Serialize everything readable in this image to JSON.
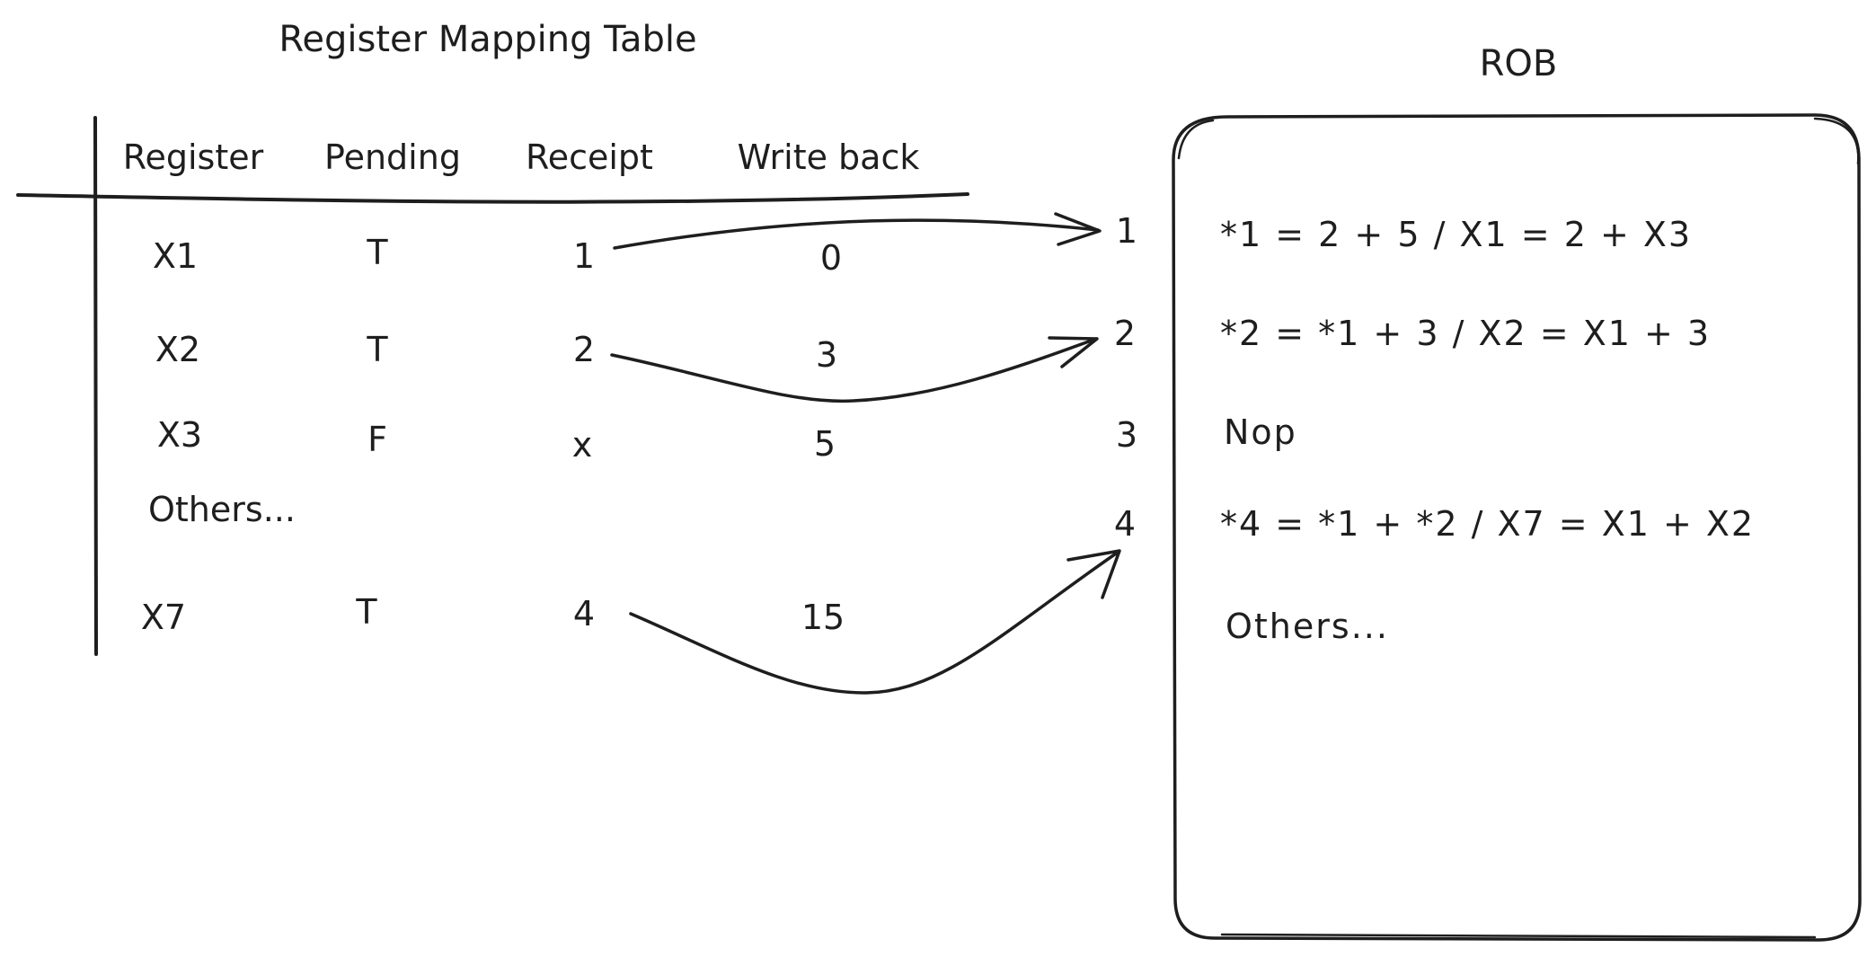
{
  "mapping_table": {
    "title": "Register Mapping Table",
    "headers": [
      "Register",
      "Pending",
      "Receipt",
      "Write back"
    ],
    "rows": [
      [
        "X1",
        "T",
        "1",
        "0"
      ],
      [
        "X2",
        "T",
        "2",
        "3"
      ],
      [
        "X3",
        "F",
        "x",
        "5"
      ],
      [
        "Others...",
        "",
        "",
        ""
      ],
      [
        "X7",
        "T",
        "4",
        "15"
      ]
    ]
  },
  "rob": {
    "title": "ROB",
    "index_labels": [
      "1",
      "2",
      "3",
      "4"
    ],
    "entries": [
      "*1 = 2 + 5 / X1 = 2 + X3",
      "*2 = *1 + 3 / X2 = X1 + 3",
      "Nop",
      "*4 = *1 + *2 / X7 = X1 + X2",
      "Others..."
    ]
  },
  "arrows": [
    {
      "from_row": 0,
      "to_index": 0
    },
    {
      "from_row": 1,
      "to_index": 1
    },
    {
      "from_row": 4,
      "to_index": 3
    }
  ]
}
